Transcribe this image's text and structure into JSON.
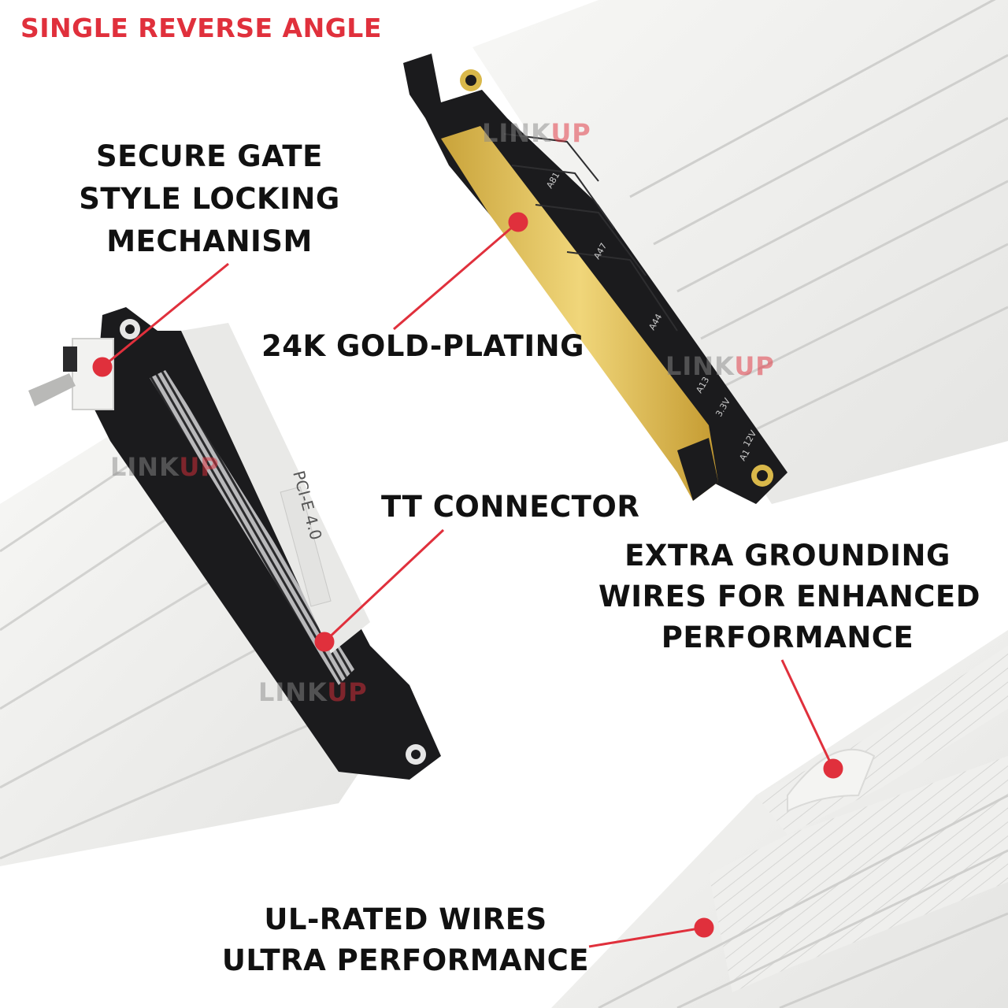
{
  "title": "SINGLE REVERSE ANGLE",
  "labels": {
    "secure": [
      "SECURE GATE",
      "STYLE LOCKING",
      "MECHANISM"
    ],
    "gold": "24K GOLD-PLATING",
    "tt": "TT CONNECTOR",
    "grounding": [
      "EXTRA GROUNDING",
      "WIRES FOR ENHANCED",
      "PERFORMANCE"
    ],
    "ul": [
      "UL-RATED WIRES",
      "ULTRA PERFORMANCE"
    ]
  },
  "watermark": {
    "prefix": "LINK",
    "suffix": "UP"
  },
  "board_text": {
    "pcie": "PCI-E 4.0",
    "pins_top": [
      "A81",
      "A47",
      "A44",
      "A13",
      "A1"
    ],
    "volt_33": "3.3V",
    "volt_12": "12V"
  },
  "colors": {
    "accent": "#e0303c",
    "pcb": "#1b1b1d",
    "gold": "#d9b84a",
    "cable": "#eeeeec"
  }
}
